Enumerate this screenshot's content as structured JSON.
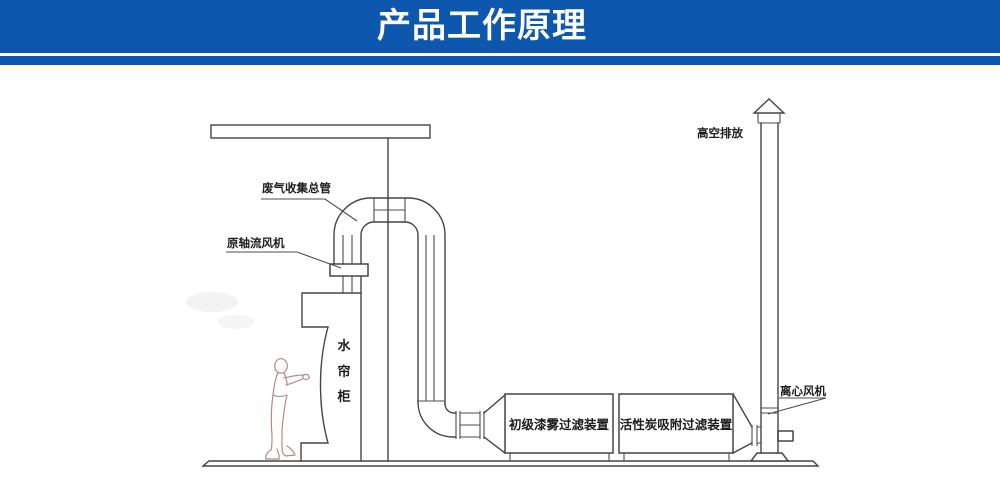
{
  "header": {
    "title": "产品工作原理",
    "banner_color": "#0d57ae",
    "title_color": "#ffffff"
  },
  "diagram": {
    "labels": {
      "exhaust_header": "废气收集总管",
      "axial_fan": "原轴流风机",
      "water_curtain": [
        "水",
        "帘",
        "柜"
      ],
      "primary_filter": "初级漆雾过滤装置",
      "carbon_filter": "活性炭吸附过滤装置",
      "centrifugal_fan": "离心风机",
      "discharge": "高空排放"
    },
    "colors": {
      "line": "#454545",
      "person_outline": "#b5888a",
      "label_text": "#1c1c1c",
      "floor_fill": "#f4f4f4"
    }
  }
}
